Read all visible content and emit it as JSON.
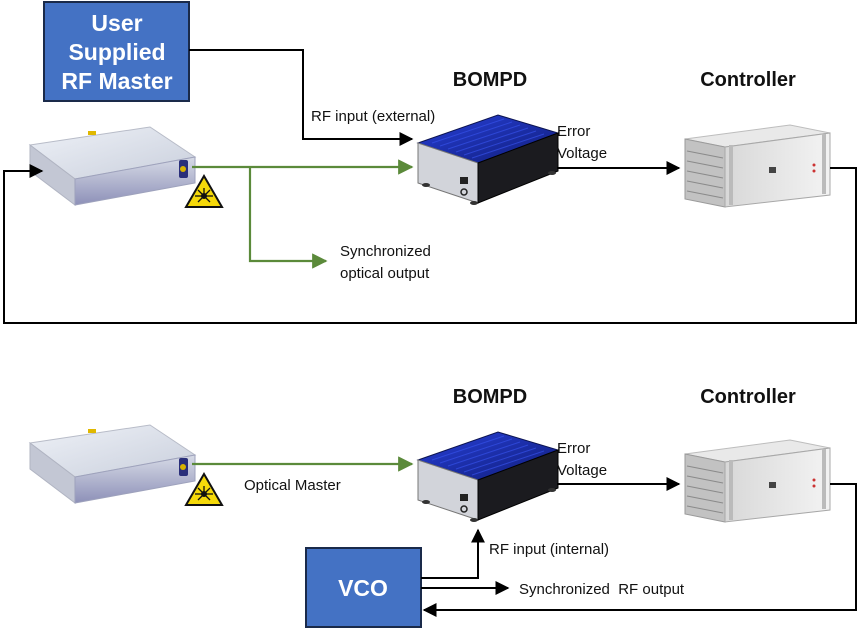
{
  "top": {
    "rf_master_line1": "User",
    "rf_master_line2": "Supplied",
    "rf_master_line3": "RF Master",
    "bompd_title": "BOMPD",
    "controller_title": "Controller",
    "rf_input_label": "RF input (external)",
    "error_line1": "Error",
    "error_line2": "Voltage",
    "sync_line1": "Synchronized",
    "sync_line2": "optical output"
  },
  "bottom": {
    "bompd_title": "BOMPD",
    "controller_title": "Controller",
    "optical_master_label": "Optical Master",
    "error_line1": "Error",
    "error_line2": "Voltage",
    "rf_input_label": "RF input (internal)",
    "vco_label": "VCO",
    "sync_rf_label": "Synchronized  RF output"
  },
  "colors": {
    "blue_box": "#4472C4",
    "blue_box_border": "#1a2a4a",
    "optical_line": "#5b8a3a",
    "electrical_line": "#000000",
    "bompd_blue": "#1f2fa8",
    "laser_warning": "#f5d90a"
  },
  "icons": {
    "laser": "laser-source-icon",
    "laser_warning": "laser-warning-icon",
    "bompd": "bompd-device-icon",
    "controller": "rack-controller-icon"
  }
}
